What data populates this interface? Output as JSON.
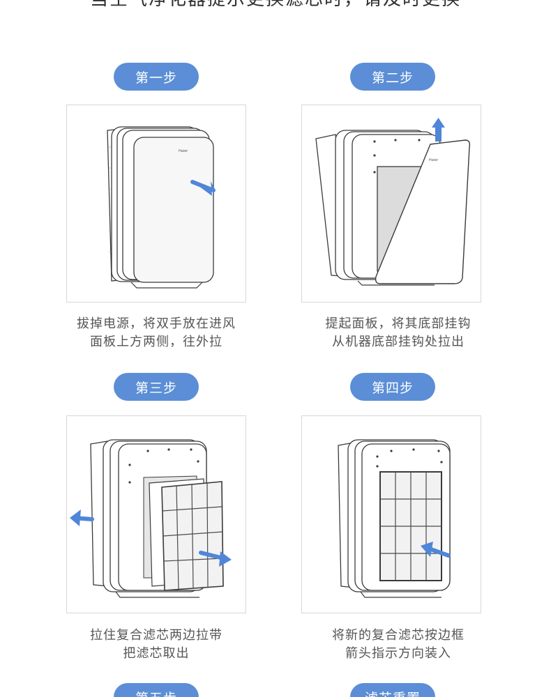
{
  "header": {
    "title": "当空气净化器提示更换滤芯时，请及时更换"
  },
  "steps": [
    {
      "label": "第一步",
      "caption_line1": "拔掉电源，将双手放在进风",
      "caption_line2": "面板上方两侧，往外拉"
    },
    {
      "label": "第二步",
      "caption_line1": "提起面板，将其底部挂钩",
      "caption_line2": "从机器底部挂钩处拉出"
    },
    {
      "label": "第三步",
      "caption_line1": "拉住复合滤芯两边拉带",
      "caption_line2": "把滤芯取出"
    },
    {
      "label": "第四步",
      "caption_line1": "将新的复合滤芯按边框",
      "caption_line2": "箭头指示方向装入"
    },
    {
      "label": "第五步"
    },
    {
      "label": "滤芯重置"
    }
  ],
  "device": {
    "brand_mark": "Haier"
  },
  "colors": {
    "accent": "#5b8ed6",
    "arrow": "#4f86d8",
    "frame_border": "#d7d7d7"
  }
}
